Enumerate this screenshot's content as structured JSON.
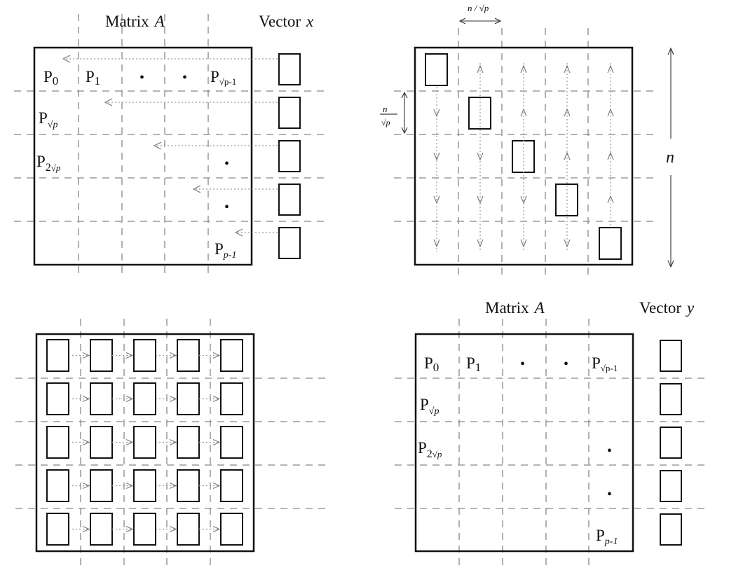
{
  "labels": {
    "matrix_a": "Matrix",
    "matrix_a_var": "A",
    "vector_x": "Vector",
    "vector_x_var": "x",
    "vector_y": "Vector",
    "vector_y_var": "y",
    "n": "n",
    "block_width": "n / √p",
    "block_height_num": "n",
    "block_height_den": "√p"
  },
  "processes": {
    "p": "P",
    "sub_0": "0",
    "sub_1": "1",
    "sub_sqrtp": "√p",
    "sub_sqrtp_minus_1": "√p-1",
    "sub_2": "2",
    "sub_p_minus_1": "p-1",
    "dot": "•"
  },
  "grid": {
    "rows": 5,
    "cols": 5
  }
}
